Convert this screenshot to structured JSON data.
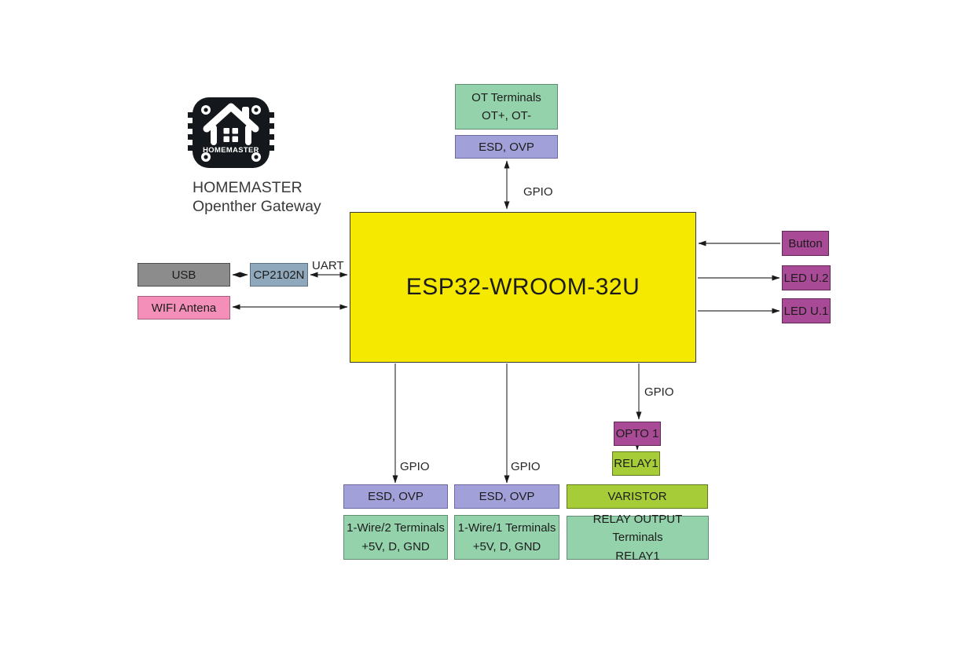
{
  "logo": {
    "icon_label": "HOMEMASTER",
    "caption_line1": "HOMEMASTER",
    "caption_line2": "Openther Gateway"
  },
  "blocks": {
    "ot_terminals": {
      "line1": "OT Terminals",
      "line2": "OT+, OT-"
    },
    "esd_ovp_top": {
      "label": "ESD, OVP"
    },
    "esp32": {
      "label": "ESP32-WROOM-32U"
    },
    "usb": {
      "label": "USB"
    },
    "cp2102n": {
      "label": "CP2102N"
    },
    "wifi_antena": {
      "label": "WIFI Antena"
    },
    "button": {
      "label": "Button"
    },
    "led_u2": {
      "label": "LED U.2"
    },
    "led_u1": {
      "label": "LED U.1"
    },
    "esd_ovp_onewire2": {
      "label": "ESD, OVP"
    },
    "esd_ovp_onewire1": {
      "label": "ESD, OVP"
    },
    "onewire2_terminals": {
      "line1": "1-Wire/2 Terminals",
      "line2": "+5V, D, GND"
    },
    "onewire1_terminals": {
      "line1": "1-Wire/1 Terminals",
      "line2": "+5V, D, GND"
    },
    "opto1": {
      "label": "OPTO 1"
    },
    "relay1": {
      "label": "RELAY1"
    },
    "varistor": {
      "label": "VARISTOR"
    },
    "relay_output_terminals": {
      "line1": "RELAY OUTPUT Terminals",
      "line2": "RELAY1"
    }
  },
  "edge_labels": {
    "uart": "UART",
    "gpio_ot": "GPIO",
    "gpio_onewire2": "GPIO",
    "gpio_onewire1": "GPIO",
    "gpio_relay": "GPIO"
  },
  "colors": {
    "green": "#94d2ac",
    "green_border": "#5f8f71",
    "purple": "#a2a0d8",
    "purple_border": "#6c69a3",
    "yellow": "#f5e900",
    "yellow_border": "#3b3b3b",
    "magenta": "#a94a96",
    "magenta_border": "#5e2a54",
    "lime": "#a6cd38",
    "lime_border": "#5f7a1a",
    "gray": "#8c8c8c",
    "gray_border": "#4d4d4d",
    "steel": "#8fa8bb",
    "steel_border": "#5a7184",
    "pink": "#f48fb9",
    "pink_border": "#aa5c82",
    "logo_black": "#14181c"
  }
}
